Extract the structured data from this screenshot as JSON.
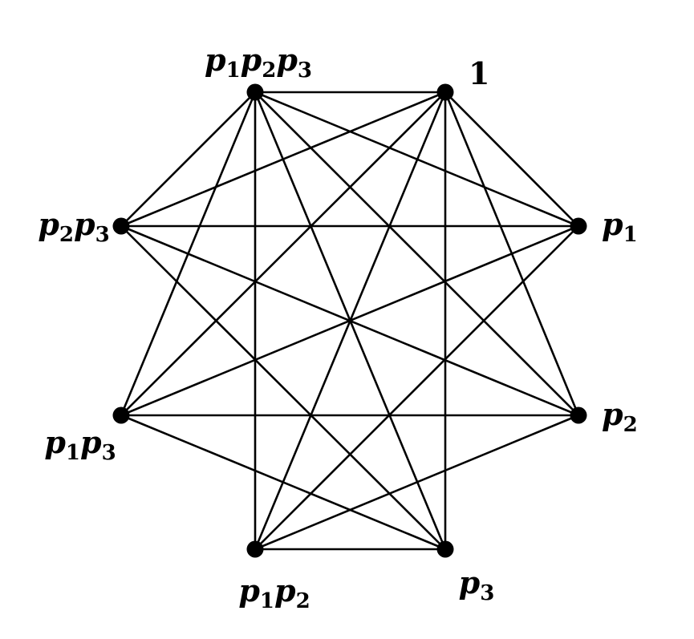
{
  "diagram": {
    "vertices": [
      {
        "id": "v0",
        "label_parts": [
          {
            "base": "p",
            "sub": "1"
          },
          {
            "base": "p",
            "sub": "2"
          },
          {
            "base": "p",
            "sub": "3"
          }
        ]
      },
      {
        "id": "v1",
        "label_parts": [
          {
            "base": "1",
            "sub": ""
          }
        ]
      },
      {
        "id": "v2",
        "label_parts": [
          {
            "base": "p",
            "sub": "1"
          }
        ]
      },
      {
        "id": "v3",
        "label_parts": [
          {
            "base": "p",
            "sub": "2"
          }
        ]
      },
      {
        "id": "v4",
        "label_parts": [
          {
            "base": "p",
            "sub": "3"
          }
        ]
      },
      {
        "id": "v5",
        "label_parts": [
          {
            "base": "p",
            "sub": "1"
          },
          {
            "base": "p",
            "sub": "2"
          }
        ]
      },
      {
        "id": "v6",
        "label_parts": [
          {
            "base": "p",
            "sub": "1"
          },
          {
            "base": "p",
            "sub": "3"
          }
        ]
      },
      {
        "id": "v7",
        "label_parts": [
          {
            "base": "p",
            "sub": "2"
          },
          {
            "base": "p",
            "sub": "3"
          }
        ]
      }
    ],
    "edges": [
      [
        "v0",
        "v1"
      ],
      [
        "v0",
        "v2"
      ],
      [
        "v0",
        "v3"
      ],
      [
        "v0",
        "v4"
      ],
      [
        "v0",
        "v5"
      ],
      [
        "v0",
        "v6"
      ],
      [
        "v0",
        "v7"
      ],
      [
        "v1",
        "v2"
      ],
      [
        "v1",
        "v3"
      ],
      [
        "v1",
        "v4"
      ],
      [
        "v1",
        "v5"
      ],
      [
        "v1",
        "v6"
      ],
      [
        "v1",
        "v7"
      ],
      [
        "v2",
        "v5"
      ],
      [
        "v2",
        "v6"
      ],
      [
        "v2",
        "v7"
      ],
      [
        "v3",
        "v6"
      ],
      [
        "v3",
        "v7"
      ],
      [
        "v3",
        "v5"
      ],
      [
        "v4",
        "v6"
      ],
      [
        "v4",
        "v7"
      ],
      [
        "v4",
        "v5"
      ]
    ],
    "line_color": "#000000",
    "vertex_color": "#000000"
  }
}
